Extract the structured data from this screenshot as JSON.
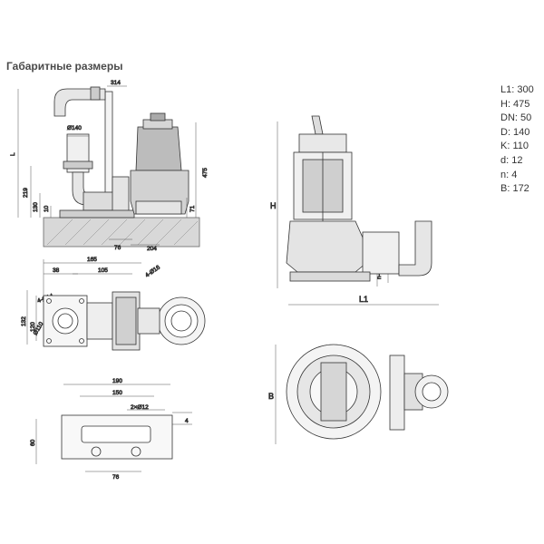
{
  "title": "Габаритные размеры",
  "specs": [
    "L1: 300",
    "H: 475",
    "DN: 50",
    "D: 140",
    "K: 110",
    "d: 12",
    "n: 4",
    "B: 172"
  ],
  "dims": {
    "d314": "314",
    "d140": "Ø140",
    "dL": "L",
    "d219": "219",
    "d130": "130",
    "d10": "10",
    "d475": "475",
    "d71": "71",
    "d76a": "76",
    "d204": "204",
    "d165": "165",
    "d38": "38",
    "d105": "105",
    "d4o16": "4-Ø16",
    "d4o14": "4-Ø14",
    "d132": "132",
    "d120": "120",
    "d110": "Ø110",
    "d190": "190",
    "d150": "150",
    "d2o12": "2×Ø12",
    "d4": "4",
    "d60": "60",
    "d76b": "76",
    "dH": "H",
    "dK": "K",
    "dD": "D",
    "dnd": "n-d",
    "dL1": "L1",
    "dB": "B"
  }
}
